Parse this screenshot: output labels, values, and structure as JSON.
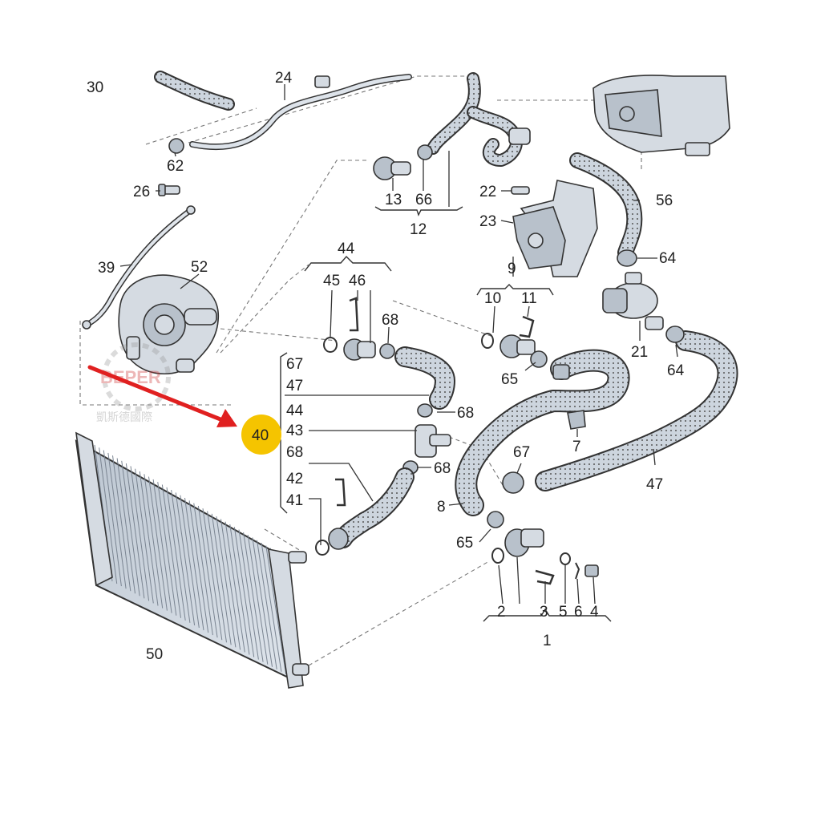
{
  "callouts": {
    "c30": "30",
    "c24": "24",
    "c62": "62",
    "c26": "26",
    "c39": "39",
    "c52": "52",
    "c13": "13",
    "c66": "66",
    "c12": "12",
    "c22": "22",
    "c23": "23",
    "c56": "56",
    "c64a": "64",
    "c9": "9",
    "c10": "10",
    "c11": "11",
    "c21": "21",
    "c64b": "64",
    "c65a": "65",
    "c44": "44",
    "c45": "45",
    "c46": "46",
    "c68a": "68",
    "c67": "67",
    "c47a": "47",
    "c44b": "44",
    "c43": "43",
    "c68b": "68",
    "c42": "42",
    "c41": "41",
    "c68c": "68",
    "c68d": "68",
    "c7": "7",
    "c67b": "67",
    "c47b": "47",
    "c8": "8",
    "c65b": "65",
    "c2": "2",
    "c3": "3",
    "c5": "5",
    "c6": "6",
    "c4": "4",
    "c1": "1",
    "c50": "50"
  },
  "highlight": {
    "label": "40",
    "color": "#f5c400"
  },
  "arrow_color": "#e02020",
  "watermark": {
    "text": "凱斯德國際",
    "logo_text": "BEPER"
  }
}
